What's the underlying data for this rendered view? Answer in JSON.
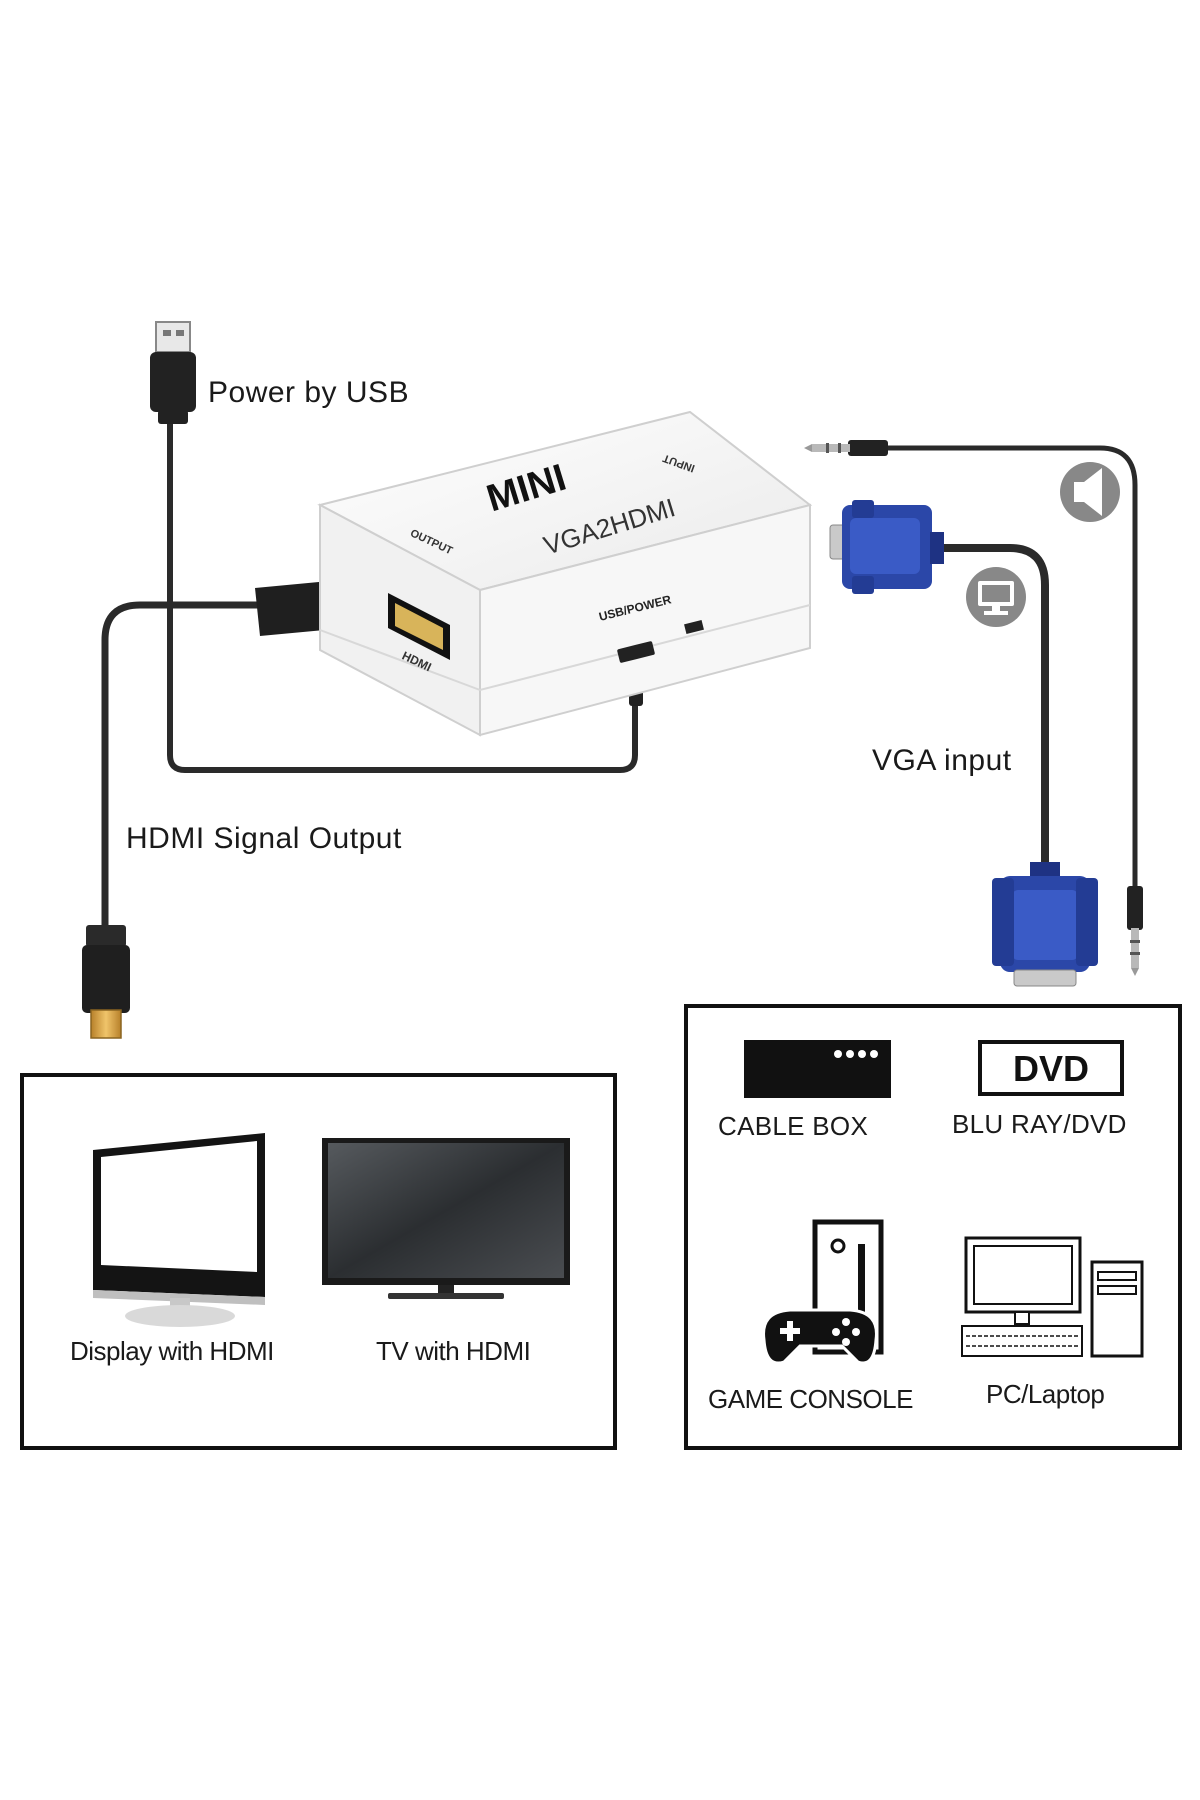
{
  "device": {
    "brand": "MINI",
    "model": "VGA2HDMI",
    "port_output_top": "OUTPUT",
    "port_output_bottom": "HDMI",
    "port_input": "INPUT",
    "port_power": "USB/POWER"
  },
  "callouts": {
    "power": "Power by USB",
    "vga_input": "VGA input",
    "hdmi_output": "HDMI Signal Output"
  },
  "output_devices": [
    {
      "label": "Display with HDMI",
      "icon": "monitor-icon"
    },
    {
      "label": "TV with HDMI",
      "icon": "tv-icon"
    }
  ],
  "input_devices": [
    {
      "label": "CABLE BOX",
      "icon": "cable-box-icon"
    },
    {
      "label": "BLU RAY/DVD",
      "icon": "dvd-icon",
      "badge": "DVD"
    },
    {
      "label": "GAME CONSOLE",
      "icon": "game-console-icon"
    },
    {
      "label": "PC/Laptop",
      "icon": "pc-icon"
    }
  ],
  "colors": {
    "vga_blue": "#2b47a8",
    "hdmi_gold": "#d9a441",
    "cable": "#2a2a2a",
    "device_white": "#f4f4f4"
  }
}
